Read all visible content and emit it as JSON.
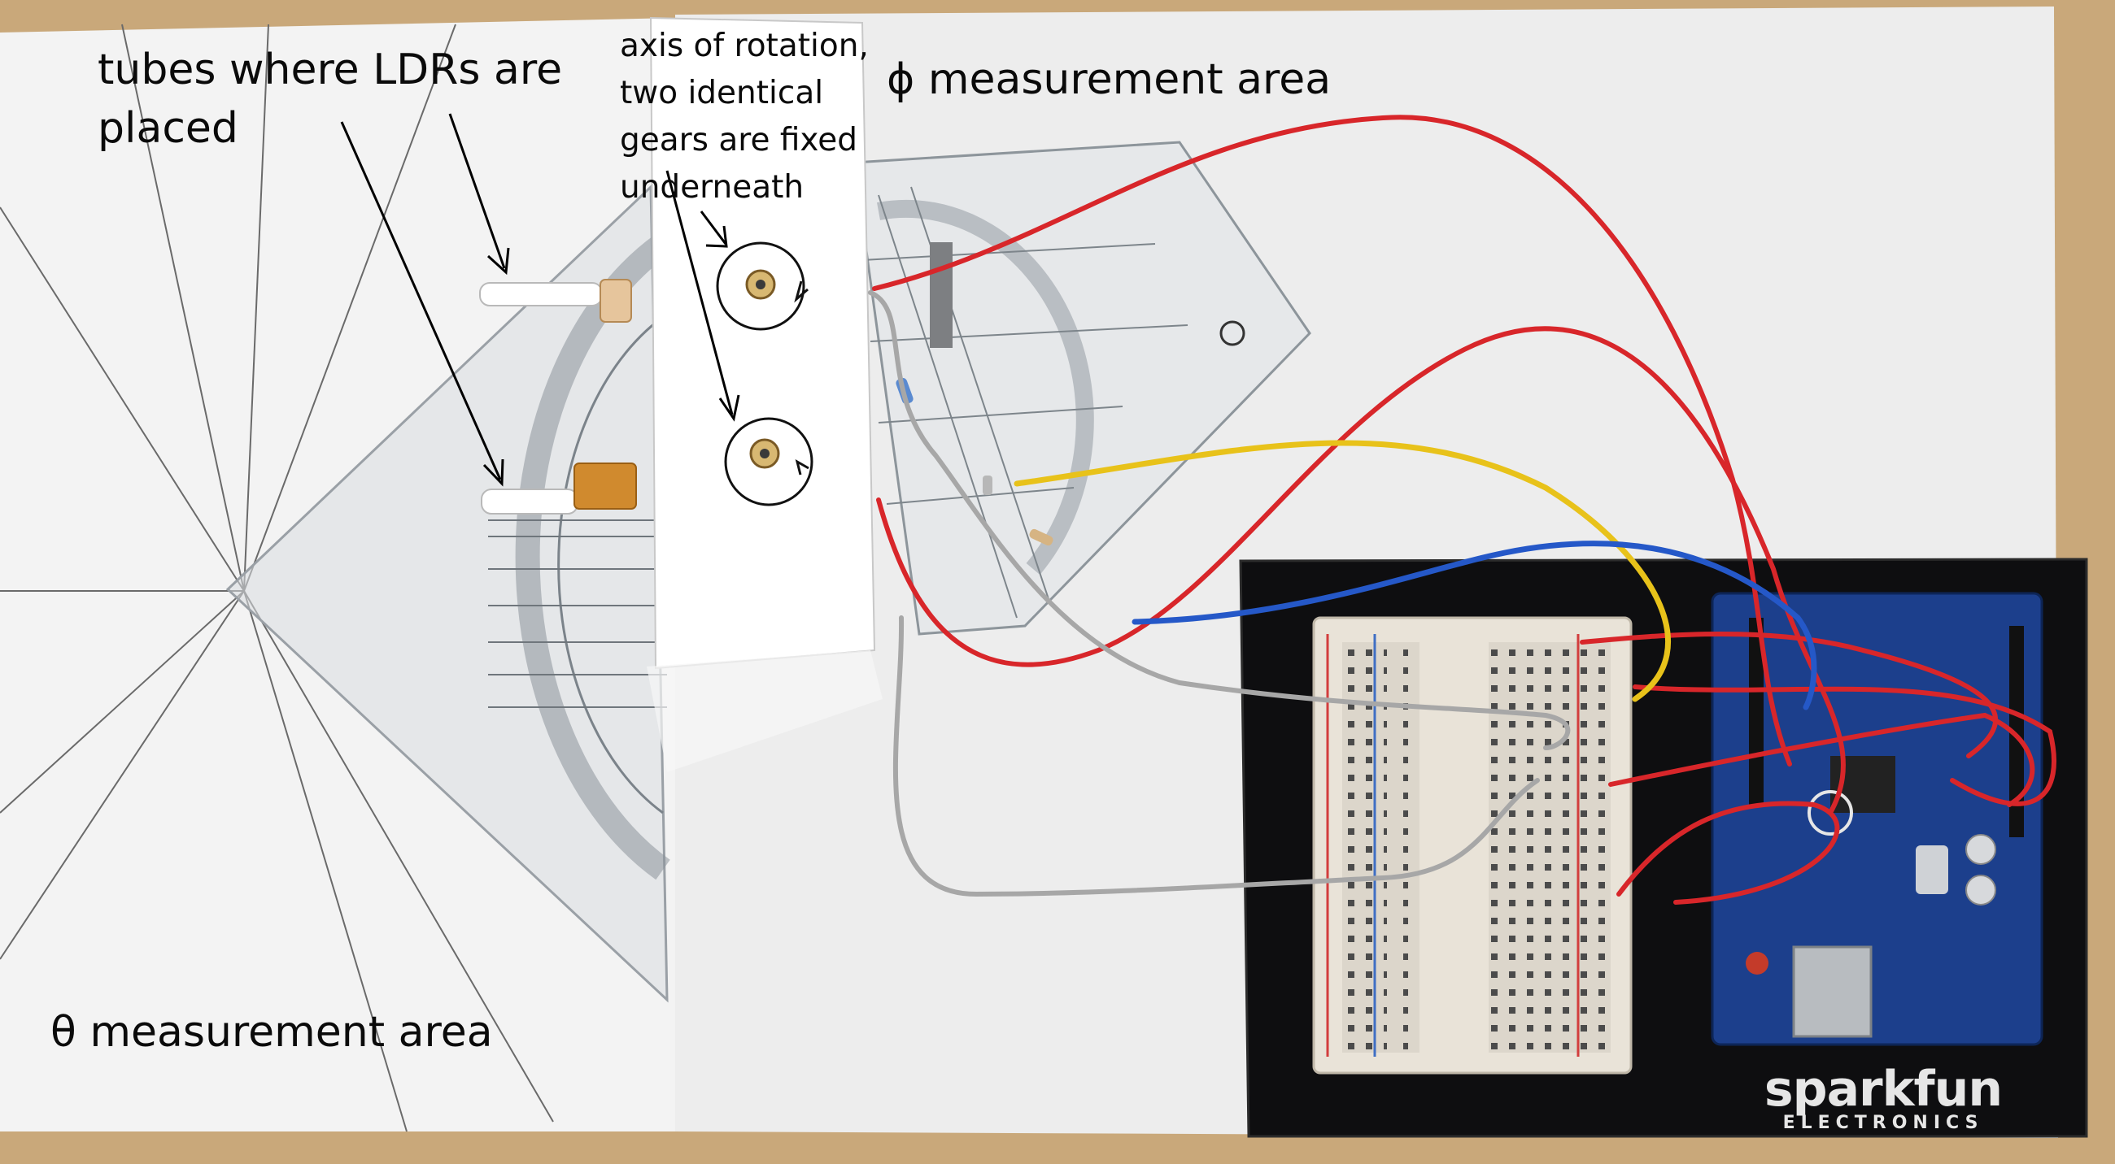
{
  "annotations": {
    "tubes": "tubes where LDRs are\nplaced",
    "axis": "axis of rotation,\ntwo identical\ngears are fixed\nunderneath",
    "phi": "ϕ measurement area",
    "theta": "θ measurement area"
  },
  "board_logo": {
    "main": "sparkfun",
    "sub": "ELECTRONICS"
  },
  "components": {
    "breadboard": "solderless-breadboard",
    "microcontroller": "arduino-uno",
    "sensors": [
      "ldr-tube-upper",
      "ldr-tube-lower"
    ]
  },
  "colors": {
    "table": "#c9a87a",
    "paper": "#f1f1f1",
    "board": "#0e0e10",
    "arduino": "#1c3f8c",
    "wire_red": "#d8262a",
    "wire_yellow": "#e8c21a",
    "wire_blue": "#2558c8",
    "wire_gray": "#a7a7a7"
  }
}
